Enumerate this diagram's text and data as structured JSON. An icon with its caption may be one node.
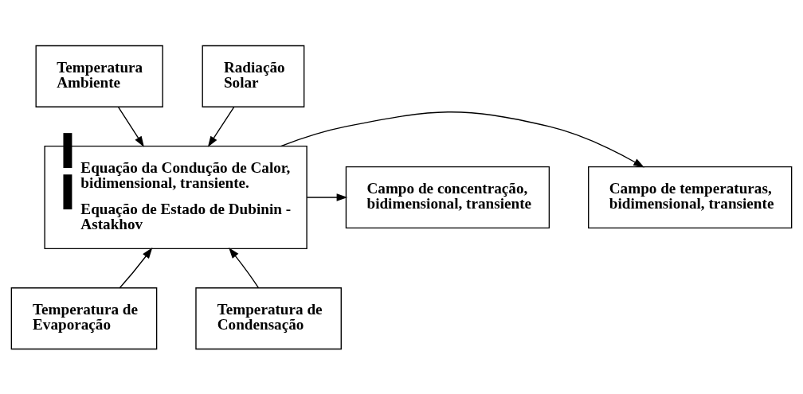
{
  "diagram": {
    "nodes": [
      {
        "text": [
          "Temperatura Ambiente"
        ]
      },
      {
        "text": [
          "Radiação Solar"
        ]
      },
      {
        "text": [
          "Equação da Condução de Calor, bidimensional, transiente.",
          "Equação de Estado de Dubinin - Astakhov"
        ]
      },
      {
        "text": [
          "Campo de temperaturas, bidimensional, transiente"
        ]
      },
      {
        "text": [
          "Campo de concentração, bidimensional, transiente"
        ]
      },
      {
        "text": [
          "Temperatura de Evaporação"
        ]
      },
      {
        "text": [
          "Temperatura de Condensação"
        ]
      }
    ],
    "edges": [
      {
        "from": 0,
        "to": 2,
        "arrow": "to"
      },
      {
        "from": 1,
        "to": 2,
        "arrow": "to"
      },
      {
        "from": 2,
        "to": 3,
        "arrow": "to"
      },
      {
        "from": 2,
        "to": 4,
        "arrow": "to"
      },
      {
        "from": 5,
        "to": 2,
        "arrow": "to"
      },
      {
        "from": 6,
        "to": 2,
        "arrow": "to"
      }
    ]
  }
}
